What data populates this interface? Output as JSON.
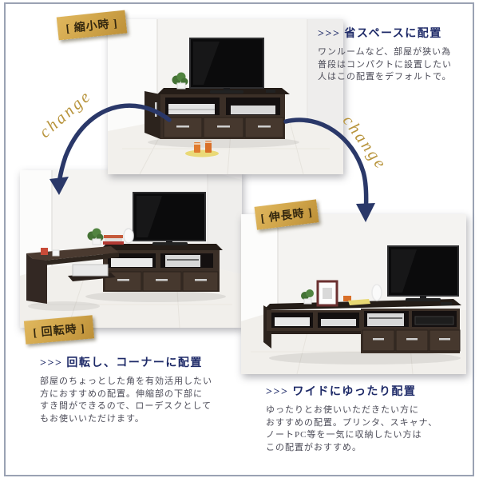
{
  "change_label": "change",
  "colors": {
    "heading_navy": "#1e2a68",
    "arrow_navy": "#2a3869",
    "tag_gold": "#d2a74c",
    "change_gold": "#b8943c",
    "body_text": "#4b4b57",
    "frame_border": "#9aa2b3",
    "furniture_brown": "#3b2f27"
  },
  "sections": {
    "compact": {
      "tag": "[ 縮小時 ]",
      "heading": ">>> 省スペースに配置",
      "body": "ワンルームなど、部屋が狭い為\n普段はコンパクトに設置したい\n人はこの配置をデフォルトで。"
    },
    "rotated": {
      "tag": "[ 回転時 ]",
      "heading": ">>> 回転し、コーナーに配置",
      "body": "部屋のちょっとした角を有効活用したい\n方におすすめの配置。伸縮部の下部に\nすき間ができるので、ローデスクとして\nもお使いいただけます。"
    },
    "extended": {
      "tag": "[ 伸長時 ]",
      "heading": ">>> ワイドにゆったり配置",
      "body": "ゆったりとお使いいただきたい方に\nおすすめの配置。プリンタ、スキャナ、\nノートPC等を一気に収納したい方は\nこの配置がおすすめ。"
    }
  }
}
